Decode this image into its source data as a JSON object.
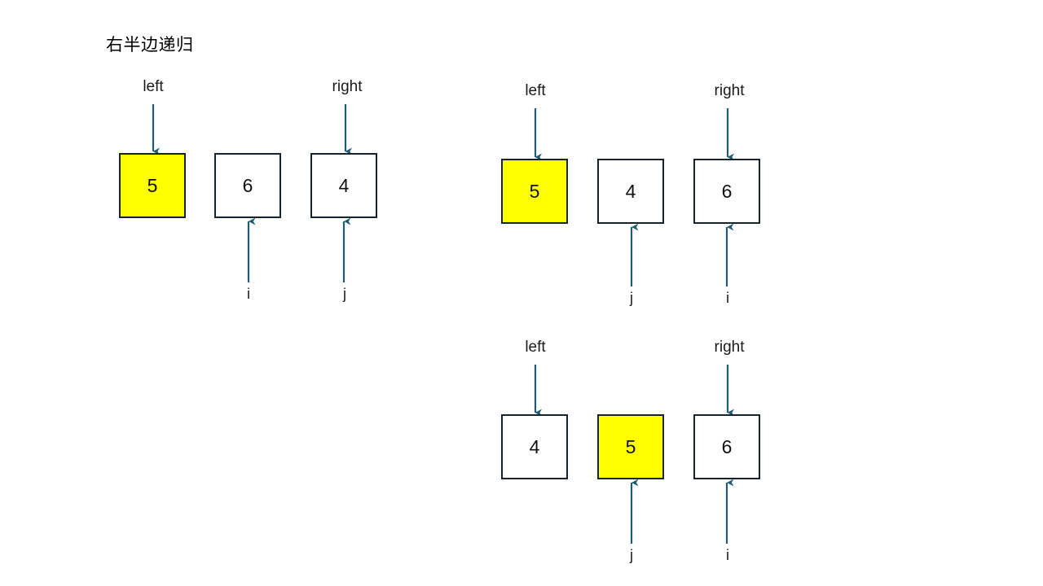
{
  "title": "右半边递归",
  "colors": {
    "highlight": "#ffff00",
    "box_border": "#16242f",
    "arrow": "#1f5c73",
    "background": "#ffffff",
    "text": "#1a1a1a"
  },
  "groups": [
    {
      "id": "group-1",
      "cells": [
        {
          "value": "5",
          "highlighted": true
        },
        {
          "value": "6",
          "highlighted": false
        },
        {
          "value": "4",
          "highlighted": false
        }
      ],
      "top_labels": [
        {
          "text": "left",
          "target_index": 0
        },
        {
          "text": "right",
          "target_index": 2
        }
      ],
      "bottom_labels": [
        {
          "text": "i",
          "target_index": 1
        },
        {
          "text": "j",
          "target_index": 2
        }
      ]
    },
    {
      "id": "group-2",
      "cells": [
        {
          "value": "5",
          "highlighted": true
        },
        {
          "value": "4",
          "highlighted": false
        },
        {
          "value": "6",
          "highlighted": false
        }
      ],
      "top_labels": [
        {
          "text": "left",
          "target_index": 0
        },
        {
          "text": "right",
          "target_index": 2
        }
      ],
      "bottom_labels": [
        {
          "text": "j",
          "target_index": 1
        },
        {
          "text": "i",
          "target_index": 2
        }
      ]
    },
    {
      "id": "group-3",
      "cells": [
        {
          "value": "4",
          "highlighted": false
        },
        {
          "value": "5",
          "highlighted": true
        },
        {
          "value": "6",
          "highlighted": false
        }
      ],
      "top_labels": [
        {
          "text": "left",
          "target_index": 0
        },
        {
          "text": "right",
          "target_index": 2
        }
      ],
      "bottom_labels": [
        {
          "text": "j",
          "target_index": 1
        },
        {
          "text": "i",
          "target_index": 2
        }
      ]
    }
  ]
}
